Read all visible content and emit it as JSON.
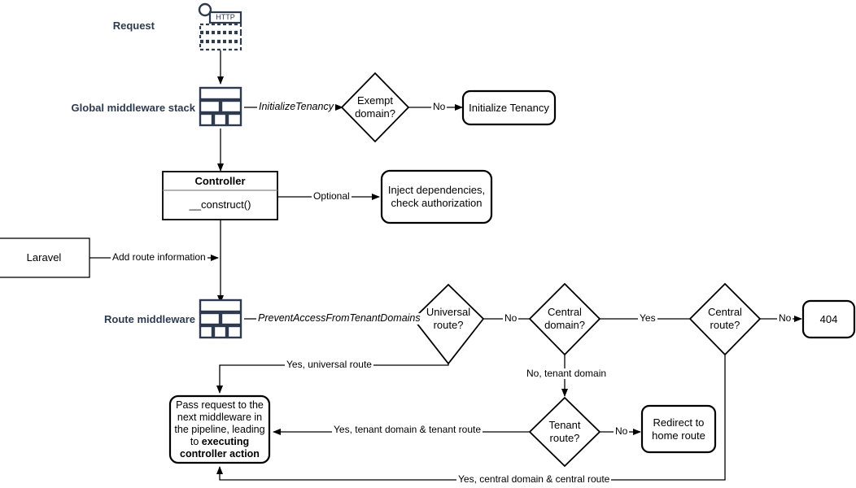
{
  "diagram": {
    "title": "Laravel multi-tenancy request lifecycle flowchart",
    "colors": {
      "stroke": "#000000",
      "icon": "#2e3b4e",
      "label": "#2e3b4e",
      "background": "#ffffff"
    },
    "side_labels": {
      "request": "Request",
      "global_middleware_stack": "Global middleware stack",
      "route_middleware": "Route middleware"
    },
    "icons": {
      "http": "http-request-icon",
      "http_text": "HTTP",
      "middleware_stack": "middleware-stack-icon"
    },
    "nodes": {
      "exempt_domain": "Exempt\ndomain?",
      "initialize_tenancy": "Initialize Tenancy",
      "controller_header": "Controller",
      "controller_body": "__construct()",
      "inject_dependencies": "Inject dependencies,\ncheck authorization",
      "laravel": "Laravel",
      "universal_route": "Universal\nroute?",
      "central_domain": "Central\ndomain?",
      "central_route": "Central\nroute?",
      "not_found": "404",
      "tenant_route": "Tenant\nroute?",
      "redirect_home": "Redirect to\nhome route",
      "pass_request_plain": "Pass request to the\nnext middleware in\nthe pipeline, leading\nto ",
      "pass_request_bold": "executing\ncontroller action"
    },
    "edges": {
      "initialize_tenancy": "InitializeTenancy",
      "exempt_no": "No",
      "optional": "Optional",
      "add_route_information": "Add route information",
      "prevent_access": "PreventAccessFromTenantDomains",
      "universal_no": "No",
      "central_domain_yes": "Yes",
      "central_route_no": "No",
      "central_domain_no_tenant": "No, tenant domain",
      "tenant_route_no": "No",
      "yes_universal_route": "Yes, universal route",
      "yes_tenant_domain_tenant_route": "Yes, tenant domain & tenant route",
      "yes_central_domain_central_route": "Yes, central domain & central route"
    }
  }
}
